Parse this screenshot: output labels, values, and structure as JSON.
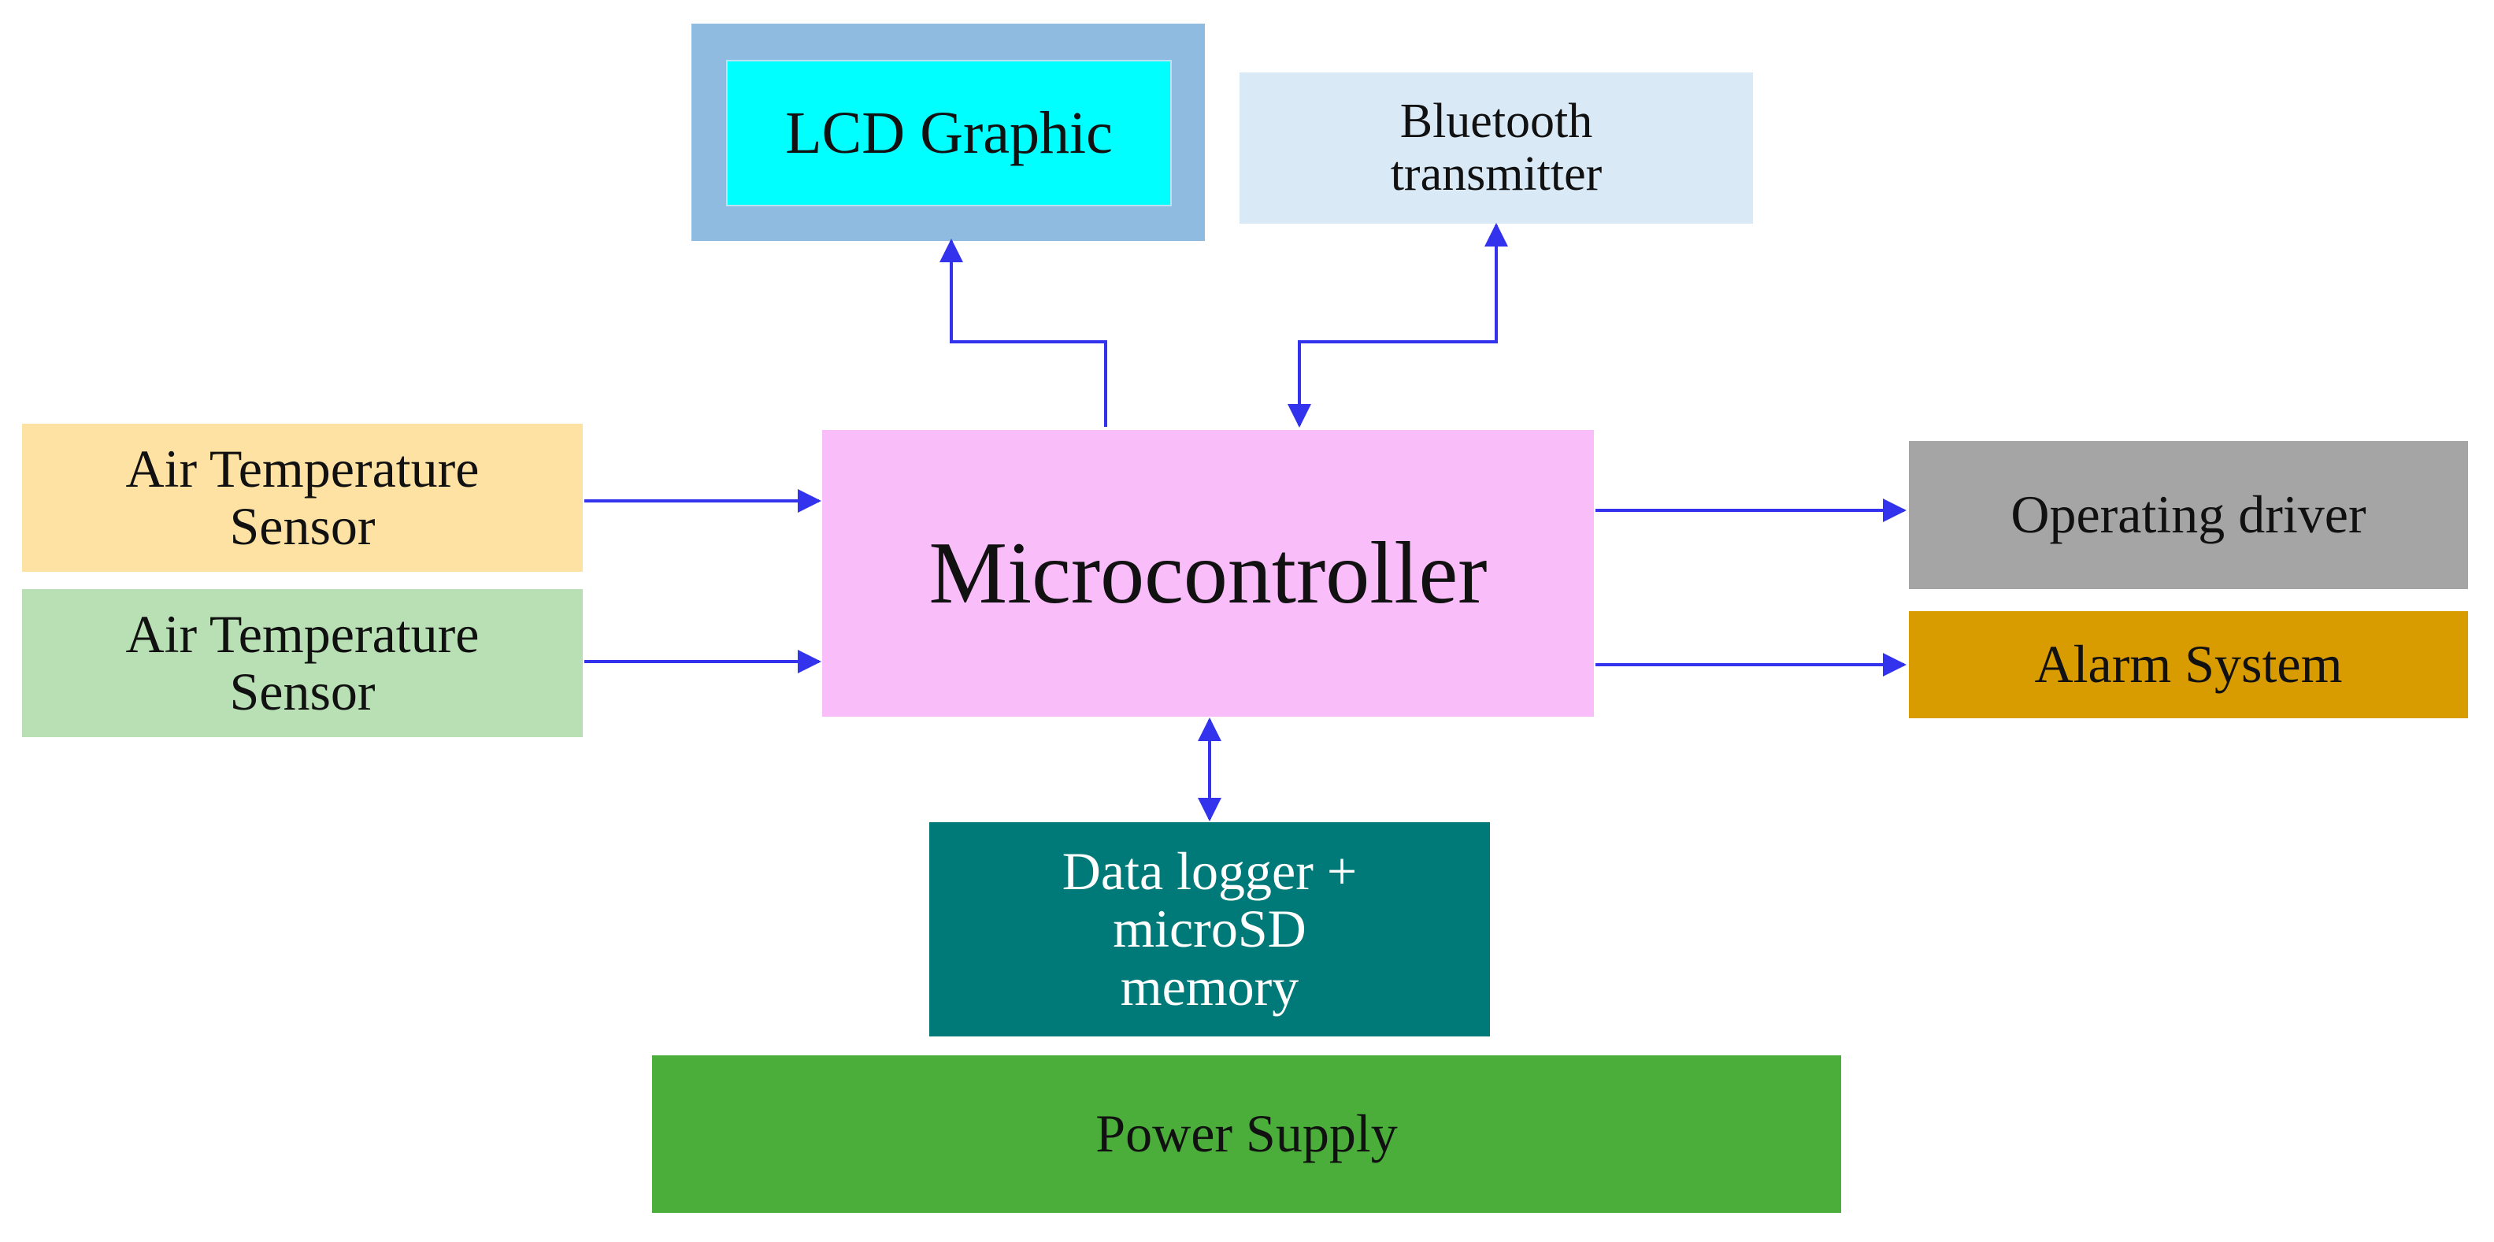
{
  "nodes": {
    "lcd": {
      "label": "LCD Graphic",
      "color": "#00ffff",
      "frame_color": "#8fbbe0"
    },
    "bluetooth": {
      "lines": [
        "Bluetooth",
        "transmitter"
      ],
      "color": "#d9e9f6"
    },
    "microcontroller": {
      "label": "Microcontroller",
      "color": "#f9bdf9"
    },
    "sensor_1": {
      "lines": [
        "Air Temperature",
        "Sensor"
      ],
      "color": "#fee2a4"
    },
    "sensor_2": {
      "lines": [
        "Air Temperature",
        "Sensor"
      ],
      "color": "#b9e0b4"
    },
    "operating_driver": {
      "label": "Operating driver",
      "color": "#a5a5a5"
    },
    "alarm_system": {
      "label": "Alarm System",
      "color": "#d89c00"
    },
    "data_logger": {
      "lines": [
        "Data logger +",
        "microSD",
        "memory"
      ],
      "color": "#007a78"
    },
    "power_supply": {
      "label": "Power Supply",
      "color": "#4bae3a"
    }
  },
  "edges": [
    {
      "from": "microcontroller",
      "to": "lcd",
      "direction": "one-way"
    },
    {
      "from": "microcontroller",
      "to": "bluetooth",
      "direction": "two-way"
    },
    {
      "from": "sensor_1",
      "to": "microcontroller",
      "direction": "one-way"
    },
    {
      "from": "sensor_2",
      "to": "microcontroller",
      "direction": "one-way"
    },
    {
      "from": "microcontroller",
      "to": "operating_driver",
      "direction": "one-way"
    },
    {
      "from": "microcontroller",
      "to": "alarm_system",
      "direction": "one-way"
    },
    {
      "from": "microcontroller",
      "to": "data_logger",
      "direction": "two-way"
    }
  ],
  "connector_color": "#3333ee"
}
